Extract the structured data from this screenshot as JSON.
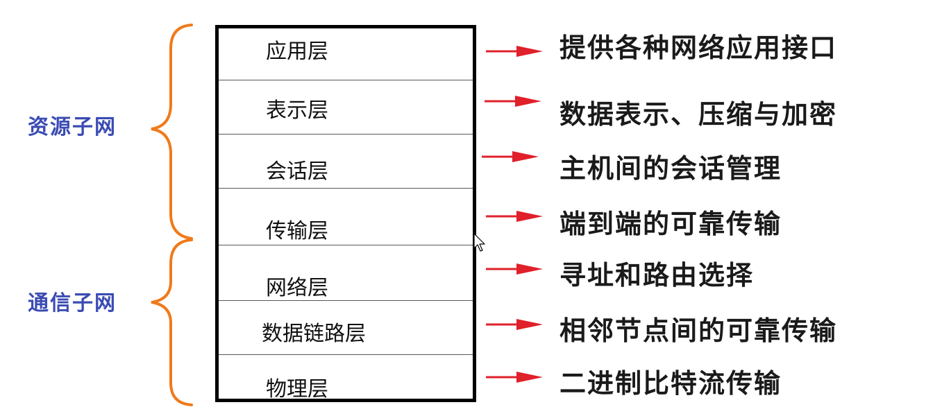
{
  "groups": {
    "resource": "资源子网",
    "communication": "通信子网"
  },
  "layers": [
    {
      "name": "应用层",
      "function": "提供各种网络应用接口"
    },
    {
      "name": "表示层",
      "function": "数据表示、压缩与加密"
    },
    {
      "name": "会话层",
      "function": "主机间的会话管理"
    },
    {
      "name": "传输层",
      "function": "端到端的可靠传输"
    },
    {
      "name": "网络层",
      "function": "寻址和路由选择"
    },
    {
      "name": "数据链路层",
      "function": "相邻节点间的可靠传输"
    },
    {
      "name": "物理层",
      "function": "二进制比特流传输"
    }
  ],
  "colors": {
    "brace": "#f07a1a",
    "group_label": "#3b4bb3",
    "arrow": "#e0202a",
    "stack_border": "#000000"
  }
}
